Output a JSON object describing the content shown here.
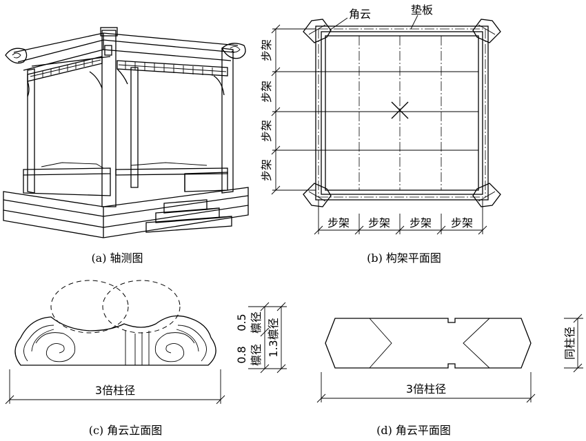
{
  "captions": {
    "a": "(a) 轴测图",
    "b": "(b) 构架平面图",
    "c": "(c) 角云立面图",
    "d": "(d) 角云平面图"
  },
  "plan_labels": {
    "jiaoyun": "角云",
    "dianban": "垫板",
    "bujia": "步架"
  },
  "dims": {
    "c_width": "3倍柱径",
    "c_top_a": "0.5",
    "c_top_b": "檩径",
    "c_bot_a": "0.8",
    "c_bot_b": "檩径",
    "c_total": "1.3檩径",
    "d_width": "3倍柱径",
    "d_height": "同柱径"
  }
}
